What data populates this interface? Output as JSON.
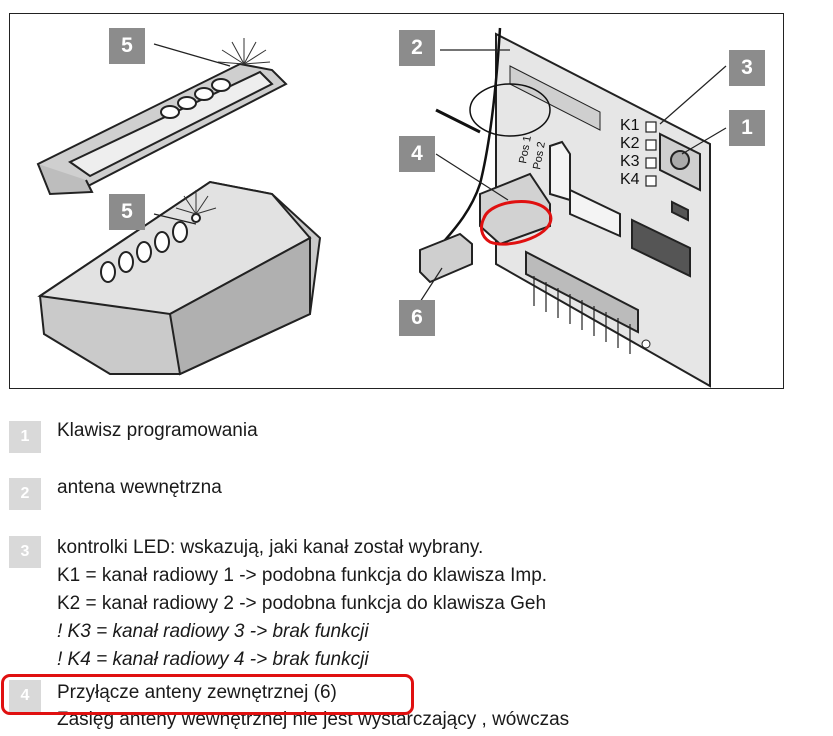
{
  "figure": {
    "callouts": [
      {
        "id": "c5a",
        "label": "5"
      },
      {
        "id": "c5b",
        "label": "5"
      },
      {
        "id": "c2",
        "label": "2"
      },
      {
        "id": "c3",
        "label": "3"
      },
      {
        "id": "c1",
        "label": "1"
      },
      {
        "id": "c4",
        "label": "4"
      },
      {
        "id": "c6",
        "label": "6"
      }
    ],
    "board_labels": {
      "k1": "K1",
      "k2": "K2",
      "k3": "K3",
      "k4": "K4",
      "pos1": "Pos 1",
      "pos2": "Pos 2"
    }
  },
  "legend": [
    {
      "number": "1",
      "lines": [
        "Klawisz programowania"
      ]
    },
    {
      "number": "2",
      "lines": [
        "antena wewnętrzna"
      ]
    },
    {
      "number": "3",
      "lines": [
        "kontrolki LED: wskazują, jaki kanał został wybrany.",
        "K1 = kanał radiowy 1 -> podobna funkcja do klawisza Imp.",
        "K2 = kanał radiowy 2 -> podobna funkcja do klawisza Geh",
        "! K3 = kanał radiowy 3 -> brak funkcji",
        "! K4 = kanał radiowy 4 -> brak funkcji"
      ]
    },
    {
      "number": "4",
      "lines": [
        "Przyłącze anteny zewnętrznej (6)",
        "Zasięg anteny wewnętrznej nie jest wystarczający , wówczas"
      ]
    }
  ],
  "colors": {
    "callout_bg": "#8c8c8c",
    "badge_bg": "#d9d9d9",
    "highlight": "#e01010"
  }
}
